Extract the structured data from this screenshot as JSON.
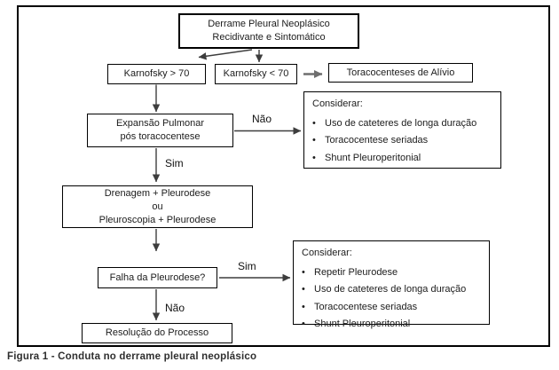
{
  "figure": {
    "caption": "Figura 1 - Conduta no derrame pleural neoplásico"
  },
  "glyphs": {
    "bullet": "•"
  },
  "colors": {
    "box_border": "#000000",
    "text": "#1c1c1c",
    "arrow": "#3d3d3d",
    "gray_arrow": "#6e6e6e",
    "background": "#ffffff"
  },
  "nodes": {
    "root": {
      "line1": "Derrame Pleural Neoplásico",
      "line2": "Recidivante e Sintomático"
    },
    "karnofsky_high": {
      "label": "Karnofsky > 70"
    },
    "karnofsky_low": {
      "label": "Karnofsky < 70"
    },
    "toracocenteses": {
      "label": "Toracocenteses de Alívio"
    },
    "considerar_1": {
      "title": "Considerar:",
      "items": [
        "Uso de cateteres de longa duração",
        "Toracocentese seriadas",
        "Shunt Pleuroperitonial"
      ]
    },
    "expansao": {
      "line1": "Expansão Pulmonar",
      "line2": "pós toracocentese"
    },
    "drenagem": {
      "line1": "Drenagem + Pleurodese",
      "line2": "ou",
      "line3": "Pleuroscopia + Pleurodese"
    },
    "falha": {
      "label": "Falha da Pleurodese?"
    },
    "considerar_2": {
      "title": "Considerar:",
      "items": [
        "Repetir Pleurodese",
        "Uso de cateteres de longa duração",
        "Toracocentese seriadas",
        "Shunt Pleuroperitonial"
      ]
    },
    "resolucao": {
      "label": "Resolução do Processo"
    }
  },
  "edge_labels": {
    "nao_expansao": "Não",
    "sim_expansao": "Sim",
    "sim_falha": "Sim",
    "nao_falha": "Não"
  }
}
